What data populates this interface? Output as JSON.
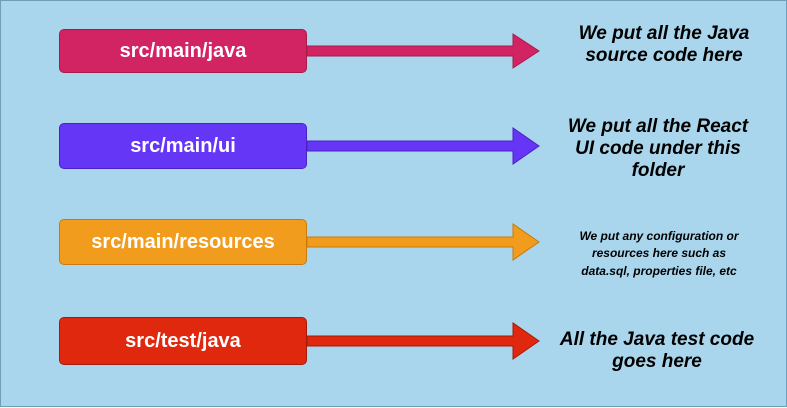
{
  "rows": [
    {
      "label": "src/main/java",
      "description_lines": [
        "We put all the Java",
        "source code here"
      ],
      "box_color": "#d22463",
      "box_border": "#a81a4c",
      "arrow_color": "#d22463"
    },
    {
      "label": "src/main/ui",
      "description_lines": [
        "We put all the React",
        "UI code under this",
        "folder"
      ],
      "box_color": "#6636f6",
      "box_border": "#4a22c4",
      "arrow_color": "#6636f6"
    },
    {
      "label": "src/main/resources",
      "description_lines": [
        "We put any configuration or",
        "resources here such as",
        "data.sql, properties file, etc"
      ],
      "box_color": "#f29c1d",
      "box_border": "#c97a0c",
      "arrow_color": "#f29c1d"
    },
    {
      "label": "src/test/java",
      "description_lines": [
        "All the Java test code",
        "goes here"
      ],
      "box_color": "#e0280e",
      "box_border": "#a81a08",
      "arrow_color": "#e0280e"
    }
  ]
}
